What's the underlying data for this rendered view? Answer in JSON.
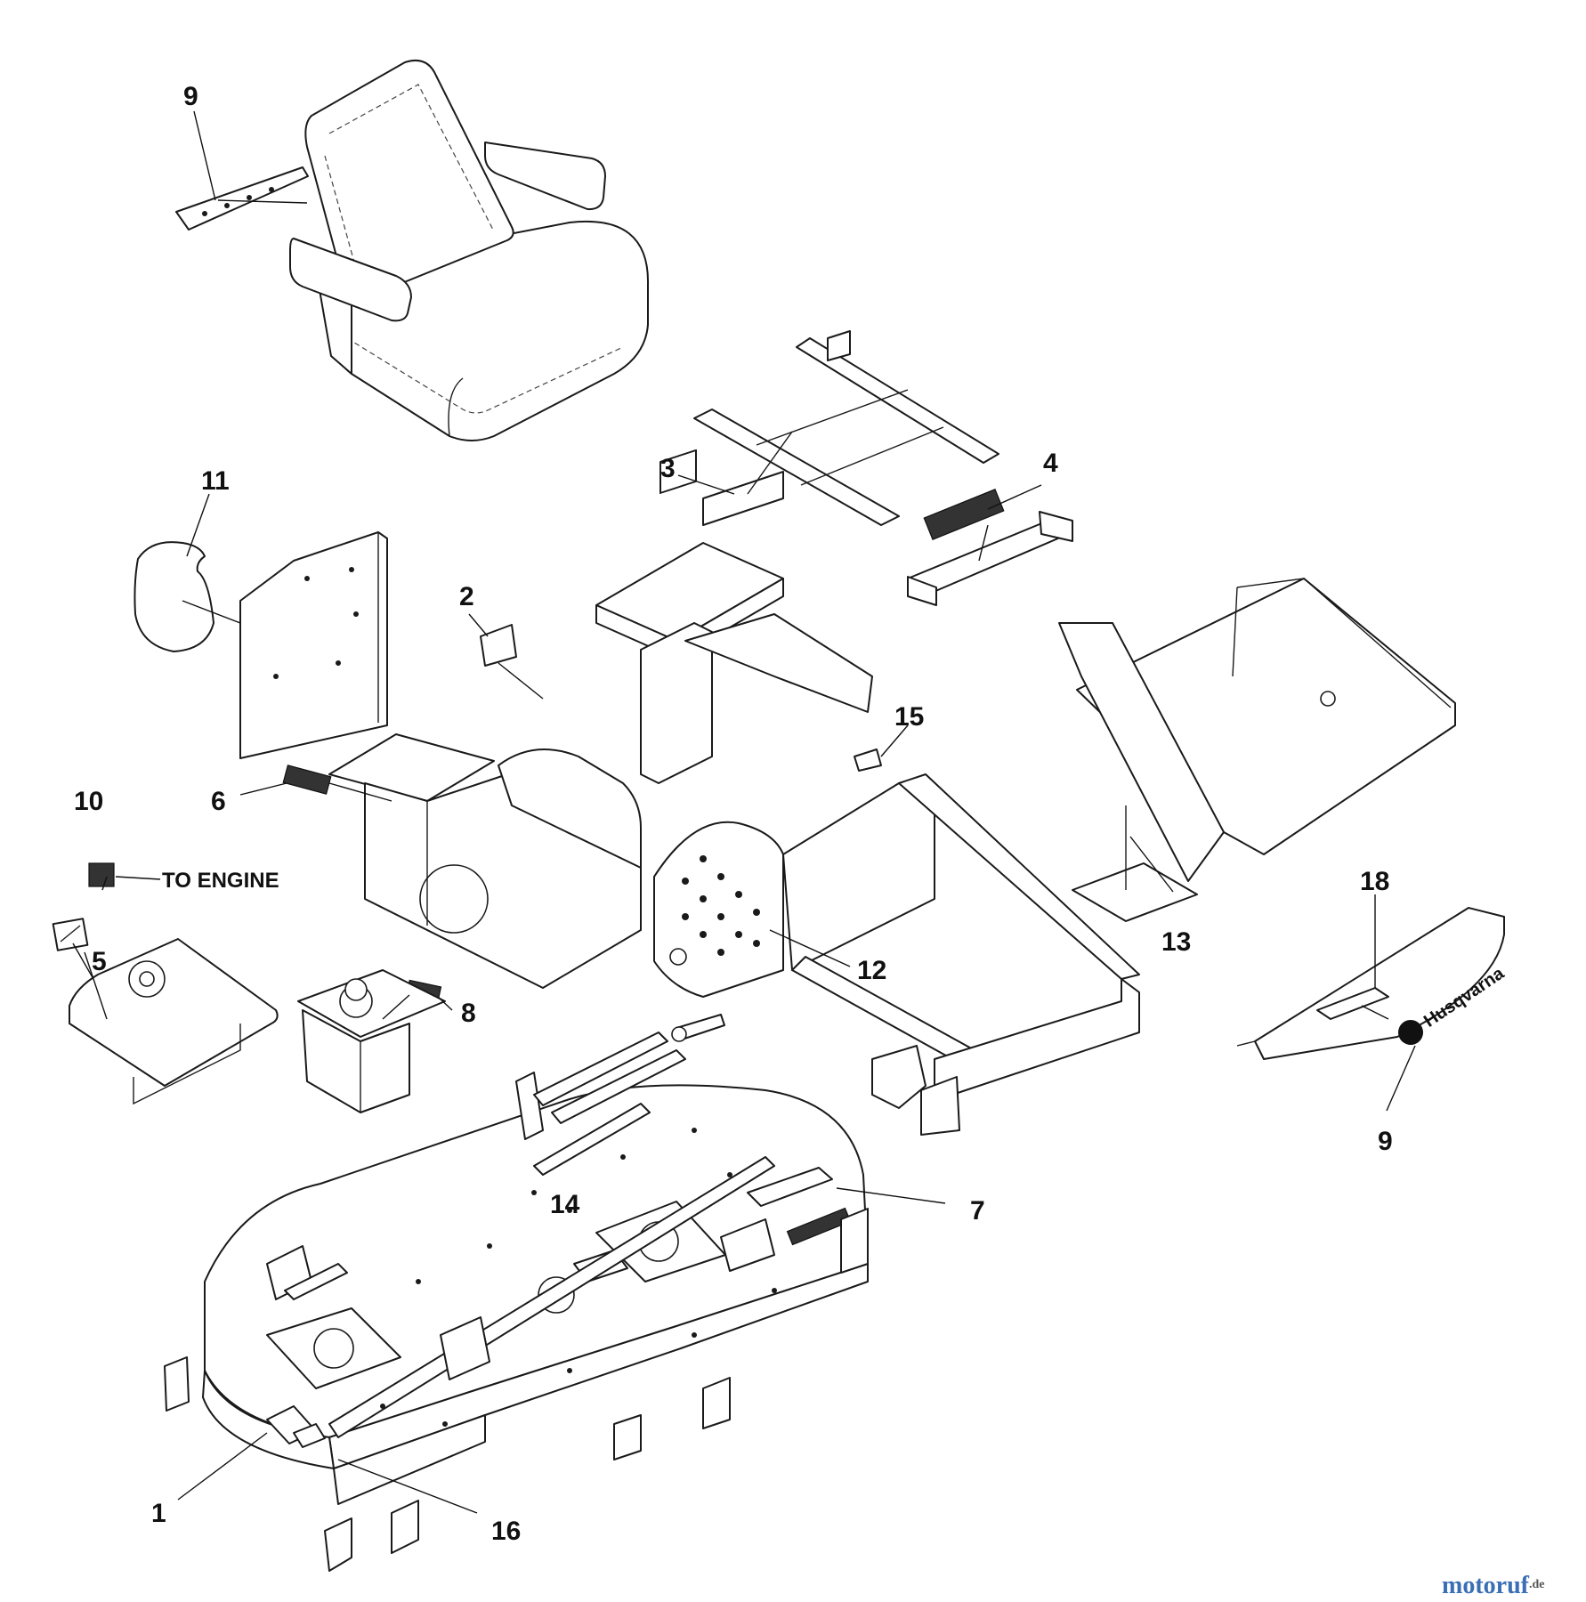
{
  "callouts": [
    {
      "id": "c9a",
      "label": "9"
    },
    {
      "id": "c11",
      "label": "11"
    },
    {
      "id": "c3",
      "label": "3"
    },
    {
      "id": "c4",
      "label": "4"
    },
    {
      "id": "c2",
      "label": "2"
    },
    {
      "id": "c15",
      "label": "15"
    },
    {
      "id": "c10",
      "label": "10"
    },
    {
      "id": "c6",
      "label": "6"
    },
    {
      "id": "c5",
      "label": "5"
    },
    {
      "id": "c8",
      "label": "8"
    },
    {
      "id": "c12",
      "label": "12"
    },
    {
      "id": "c13",
      "label": "13"
    },
    {
      "id": "c18",
      "label": "18"
    },
    {
      "id": "c9b",
      "label": "9"
    },
    {
      "id": "c14",
      "label": "14"
    },
    {
      "id": "c7",
      "label": "7"
    },
    {
      "id": "c1",
      "label": "1"
    },
    {
      "id": "c16",
      "label": "16"
    }
  ],
  "note": "TO ENGINE",
  "decal_brand": "Husqvarna",
  "watermark": {
    "main": "motoruf",
    "suffix": ".de"
  },
  "colors": {
    "ink": "#1a1a1a",
    "paper": "#ffffff"
  }
}
